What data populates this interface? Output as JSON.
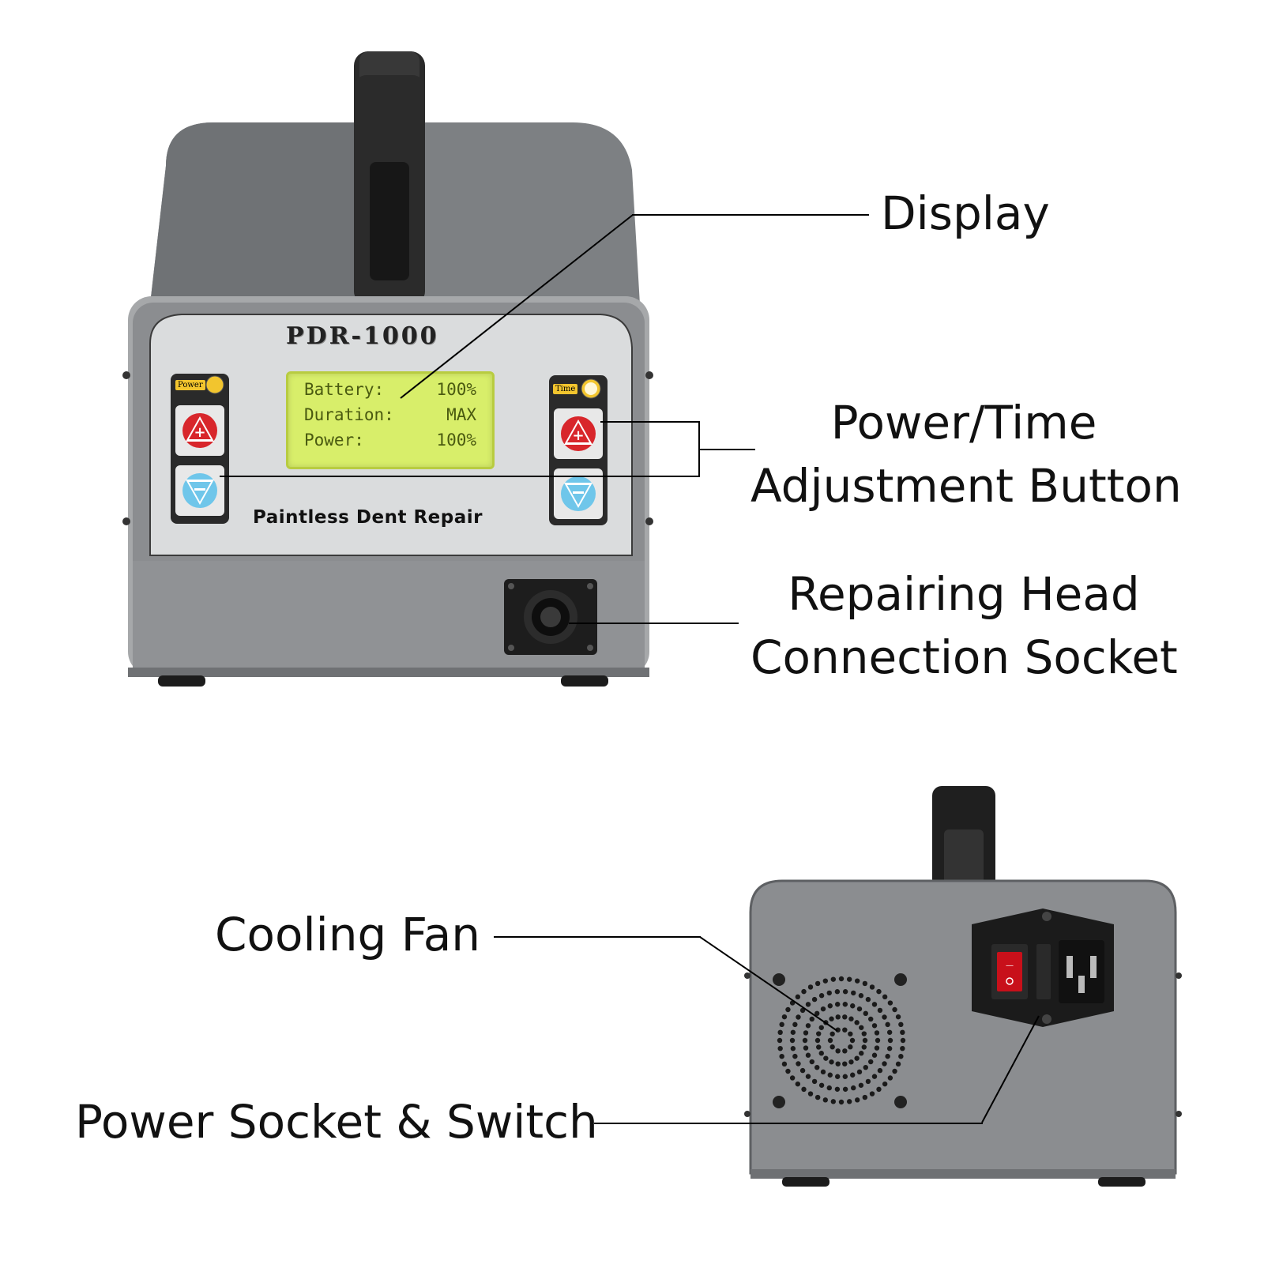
{
  "front_unit": {
    "model": "PDR-1000",
    "subtitle": "Paintless Dent Repair",
    "display": [
      {
        "label": "Battery:",
        "value": "100%"
      },
      {
        "label": "Duration:",
        "value": "MAX"
      },
      {
        "label": "Power:",
        "value": "100%"
      }
    ],
    "left_button_group_tag": "Power",
    "right_button_group_tag": "Time"
  },
  "callouts": {
    "display": "Display",
    "adjust_line1": "Power/Time",
    "adjust_line2": "Adjustment Button",
    "socket_line1": "Repairing Head",
    "socket_line2": "Connection Socket",
    "cooling_fan": "Cooling Fan",
    "power_switch": "Power Socket & Switch"
  },
  "colors": {
    "body_gray": "#8d8f91",
    "panel_gray": "#d9dbdc",
    "lcd_green": "#d8ee6a",
    "up_button": "#d8262b",
    "down_button": "#6fc6ea",
    "switch_red": "#c8101a"
  }
}
